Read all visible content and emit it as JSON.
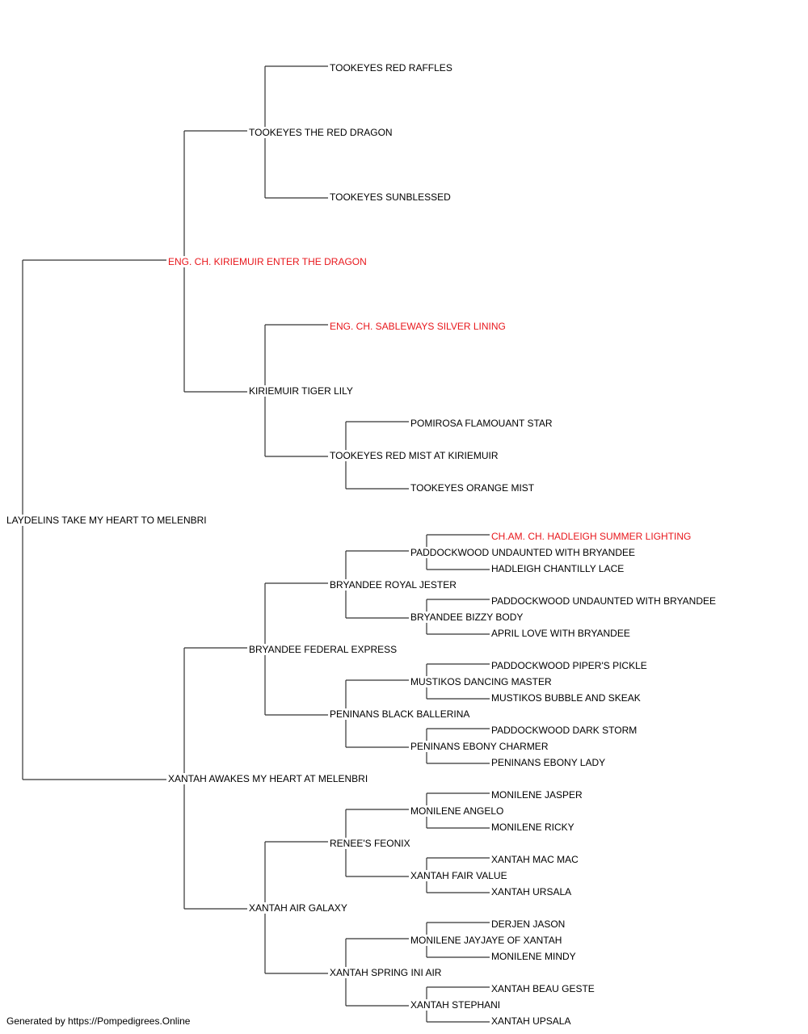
{
  "subject": {
    "name": "LAYDELINS TAKE MY HEART TO MELENBRI",
    "champion": false
  },
  "sire": {
    "name": "ENG. CH. KIRIEMUIR ENTER THE DRAGON",
    "champion": true
  },
  "sire_sire": {
    "name": "TOOKEYES THE RED DRAGON",
    "champion": false
  },
  "sire_sire_sire": {
    "name": "TOOKEYES RED RAFFLES",
    "champion": false
  },
  "sire_sire_dam": {
    "name": "TOOKEYES SUNBLESSED",
    "champion": false
  },
  "sire_dam": {
    "name": "KIRIEMUIR TIGER LILY",
    "champion": false
  },
  "sire_dam_sire": {
    "name": "ENG. CH. SABLEWAYS SILVER LINING",
    "champion": true
  },
  "sire_dam_dam": {
    "name": "TOOKEYES RED MIST AT KIRIEMUIR",
    "champion": false
  },
  "sire_dam_dam_sire": {
    "name": "POMIROSA FLAMOUANT STAR",
    "champion": false
  },
  "sire_dam_dam_dam": {
    "name": "TOOKEYES ORANGE MIST",
    "champion": false
  },
  "dam": {
    "name": "XANTAH AWAKES MY HEART AT MELENBRI",
    "champion": false
  },
  "dam_sire": {
    "name": "BRYANDEE FEDERAL EXPRESS",
    "champion": false
  },
  "dam_sire_sire": {
    "name": "BRYANDEE ROYAL JESTER",
    "champion": false
  },
  "dam_sire_sire_sire": {
    "name": "PADDOCKWOOD UNDAUNTED WITH BRYANDEE",
    "champion": false
  },
  "dam_sire_sire_sire_sire": {
    "name": "CH.AM. CH. HADLEIGH SUMMER LIGHTING",
    "champion": true
  },
  "dam_sire_sire_sire_dam": {
    "name": "HADLEIGH CHANTILLY LACE",
    "champion": false
  },
  "dam_sire_sire_dam": {
    "name": "BRYANDEE BIZZY BODY",
    "champion": false
  },
  "dam_sire_sire_dam_sire": {
    "name": "PADDOCKWOOD UNDAUNTED WITH BRYANDEE",
    "champion": false
  },
  "dam_sire_sire_dam_dam": {
    "name": "APRIL LOVE WITH BRYANDEE",
    "champion": false
  },
  "dam_sire_dam": {
    "name": "PENINANS BLACK BALLERINA",
    "champion": false
  },
  "dam_sire_dam_sire": {
    "name": "MUSTIKOS DANCING MASTER",
    "champion": false
  },
  "dam_sire_dam_sire_sire": {
    "name": "PADDOCKWOOD PIPER'S PICKLE",
    "champion": false
  },
  "dam_sire_dam_sire_dam": {
    "name": "MUSTIKOS BUBBLE AND SKEAK",
    "champion": false
  },
  "dam_sire_dam_dam": {
    "name": "PENINANS EBONY CHARMER",
    "champion": false
  },
  "dam_sire_dam_dam_sire": {
    "name": "PADDOCKWOOD DARK STORM",
    "champion": false
  },
  "dam_sire_dam_dam_dam": {
    "name": "PENINANS EBONY LADY",
    "champion": false
  },
  "dam_dam": {
    "name": "XANTAH AIR GALAXY",
    "champion": false
  },
  "dam_dam_sire": {
    "name": "RENEE'S FEONIX",
    "champion": false
  },
  "dam_dam_sire_sire": {
    "name": "MONILENE ANGELO",
    "champion": false
  },
  "dam_dam_sire_sire_sire": {
    "name": "MONILENE JASPER",
    "champion": false
  },
  "dam_dam_sire_sire_dam": {
    "name": "MONILENE RICKY",
    "champion": false
  },
  "dam_dam_sire_dam": {
    "name": "XANTAH FAIR VALUE",
    "champion": false
  },
  "dam_dam_sire_dam_sire": {
    "name": "XANTAH MAC MAC",
    "champion": false
  },
  "dam_dam_sire_dam_dam": {
    "name": "XANTAH URSALA",
    "champion": false
  },
  "dam_dam_dam": {
    "name": "XANTAH SPRING INI AIR",
    "champion": false
  },
  "dam_dam_dam_sire": {
    "name": "MONILENE JAYJAYE OF XANTAH",
    "champion": false
  },
  "dam_dam_dam_sire_sire": {
    "name": "DERJEN JASON",
    "champion": false
  },
  "dam_dam_dam_sire_dam": {
    "name": "MONILENE MINDY",
    "champion": false
  },
  "dam_dam_dam_dam": {
    "name": "XANTAH STEPHANI",
    "champion": false
  },
  "dam_dam_dam_dam_sire": {
    "name": "XANTAH BEAU GESTE",
    "champion": false
  },
  "dam_dam_dam_dam_dam": {
    "name": "XANTAH UPSALA",
    "champion": false
  },
  "footer": "Generated by https://Pompedigrees.Online",
  "colors": {
    "line": "#333333",
    "text": "#000000",
    "champion": "#e8171c"
  }
}
